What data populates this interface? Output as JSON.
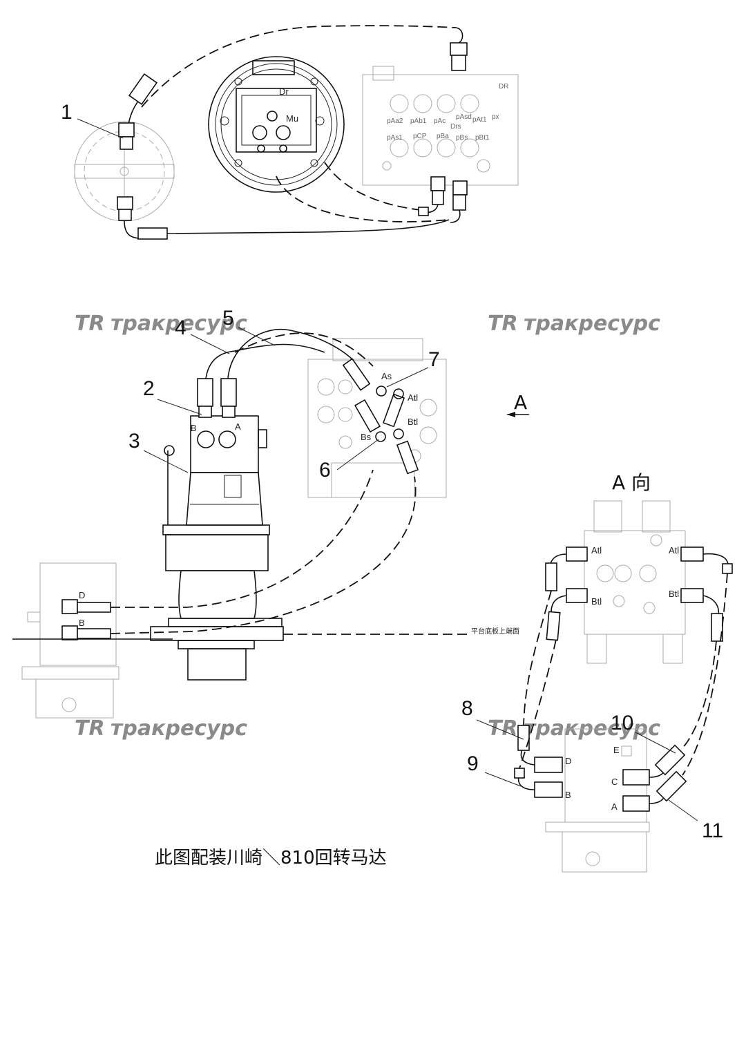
{
  "callouts": [
    "1",
    "2",
    "3",
    "4",
    "5",
    "6",
    "7",
    "8",
    "9",
    "10",
    "11"
  ],
  "watermark": {
    "text": "тракресурс",
    "logo": "TR"
  },
  "view_arrow_label": "A",
  "view_title": "A 向",
  "platform_note": "平台底板上端面",
  "caption": "此图配装川崎＼810回转马达",
  "ports": {
    "motor_top_dr": "Dr",
    "motor_top_mu": "Mu",
    "motor_side_a": "A",
    "motor_side_b": "B",
    "valve_as": "As",
    "valve_atl": "Atl",
    "valve_btl": "Btl",
    "valve_bs": "Bs",
    "joint_d": "D",
    "joint_b": "B",
    "view_atl": "Atl",
    "view_btl": "Btl",
    "view_ati": "Atl",
    "view_bti": "Btl",
    "view_joint_e": "E",
    "view_joint_d": "D",
    "view_joint_c": "C",
    "view_joint_b": "B",
    "view_joint_a": "A"
  },
  "valve_block_labels": [
    "pAa2",
    "pAb1",
    "pAc",
    "pAsd",
    "Drs",
    "pAt1",
    "pAs1",
    "pCP",
    "pBa",
    "pBs",
    "pBt1",
    "DR",
    "px"
  ]
}
